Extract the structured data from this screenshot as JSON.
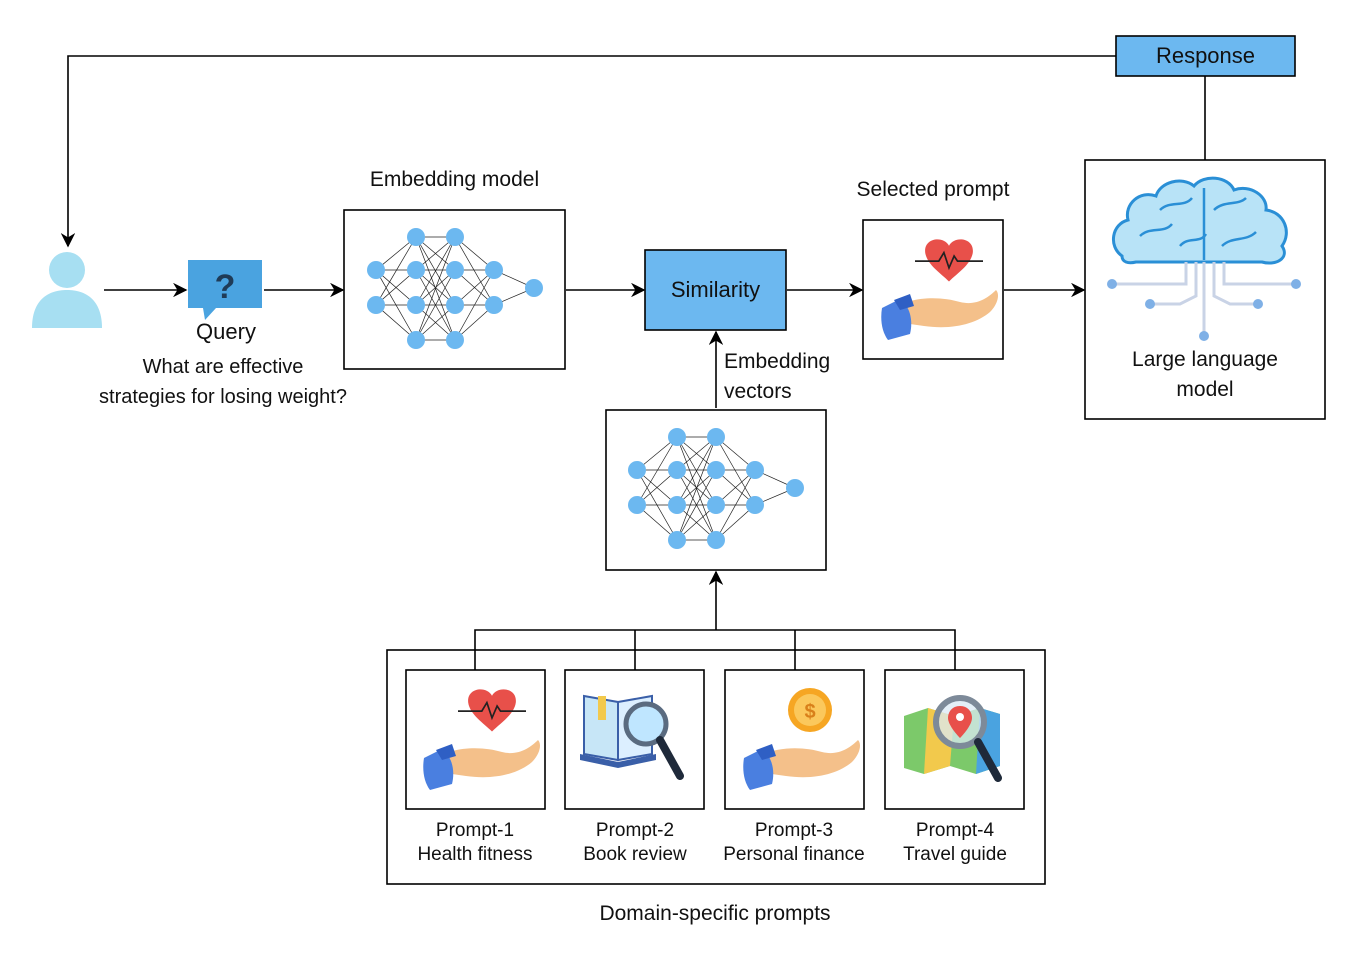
{
  "nodes": {
    "response": "Response",
    "similarity": "Similarity",
    "embedding_model_title": "Embedding model",
    "selected_prompt_title": "Selected prompt",
    "llm_line1": "Large language",
    "llm_line2": "model",
    "query_title": "Query",
    "query_text_line1": "What are effective",
    "query_text_line2": "strategies for losing weight?",
    "embedding_vectors_line1": "Embedding",
    "embedding_vectors_line2": "vectors",
    "domain_prompts_title": "Domain-specific prompts"
  },
  "prompts": [
    {
      "id": "Prompt-1",
      "topic": "Health fitness",
      "icon": "hand-heart-icon"
    },
    {
      "id": "Prompt-2",
      "topic": "Book review",
      "icon": "book-magnifier-icon"
    },
    {
      "id": "Prompt-3",
      "topic": "Personal finance",
      "icon": "hand-coin-icon"
    },
    {
      "id": "Prompt-4",
      "topic": "Travel guide",
      "icon": "map-magnifier-icon"
    }
  ],
  "colors": {
    "box_fill": "#6cb8f0",
    "node_fill": "#6cb8f0",
    "user_fill": "#a7dff2",
    "line": "#000000"
  }
}
